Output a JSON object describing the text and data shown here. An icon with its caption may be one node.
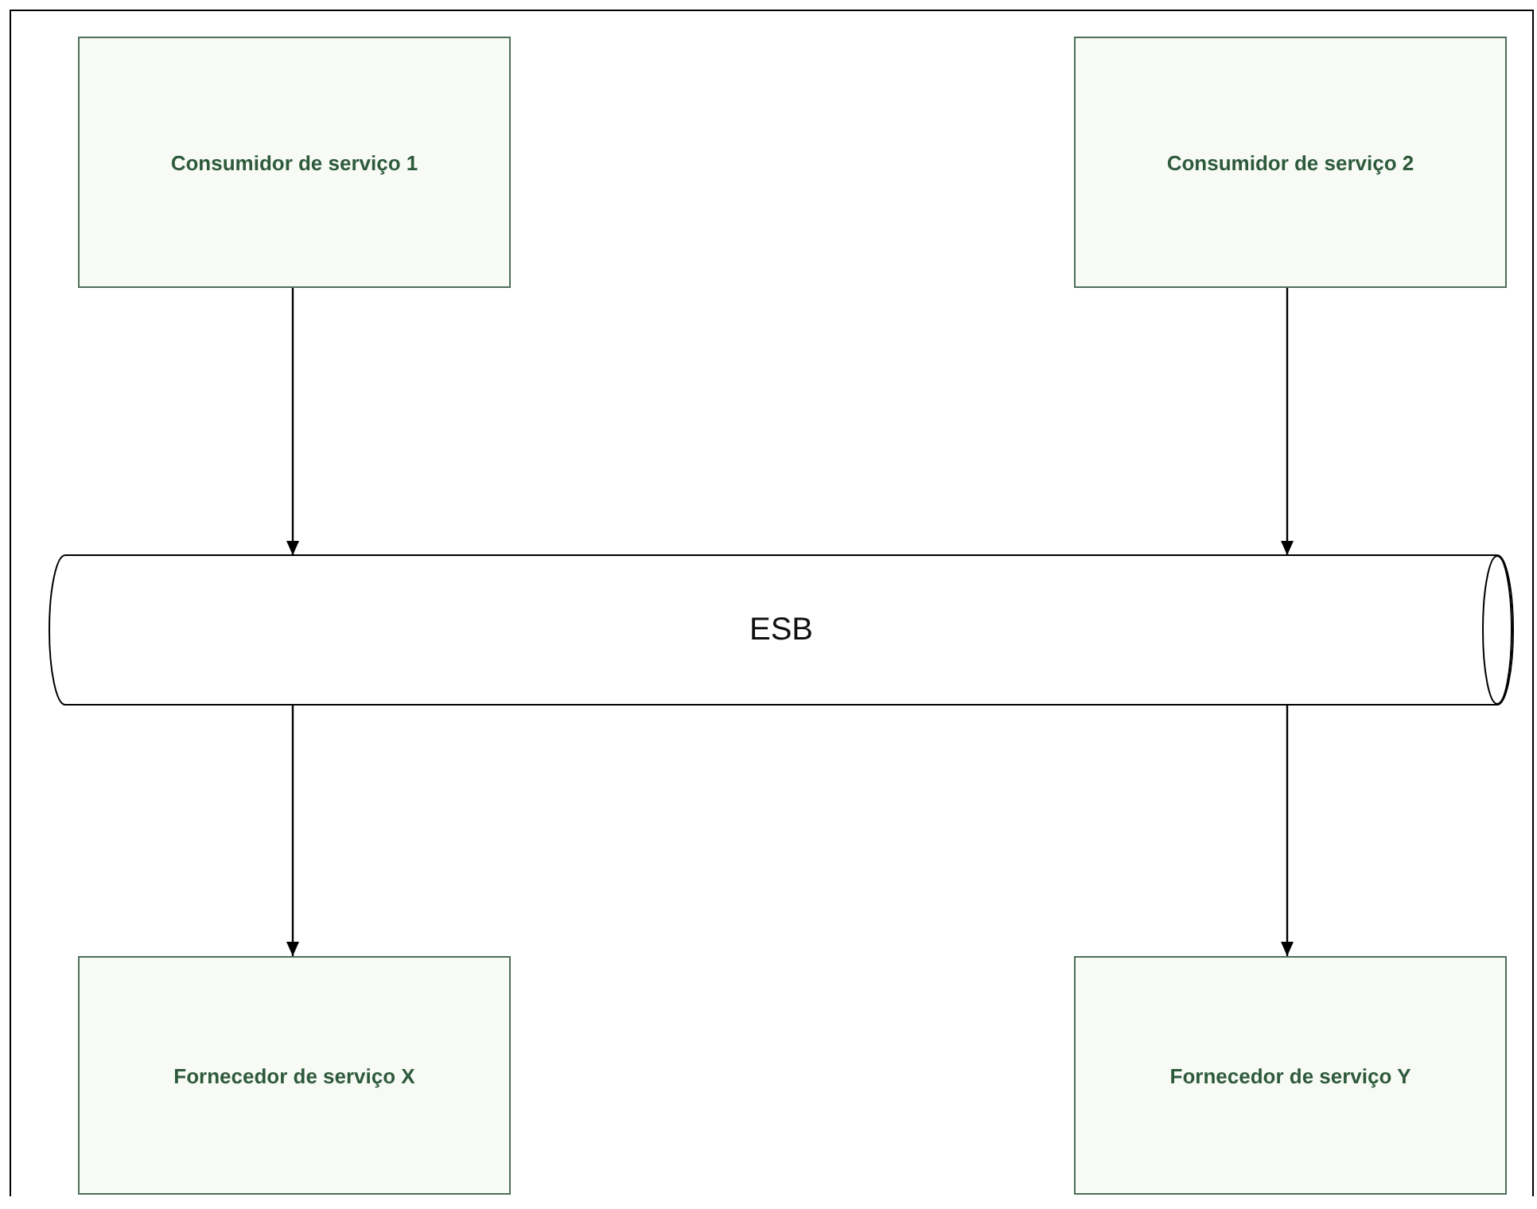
{
  "diagram": {
    "nodes": [
      {
        "text": [
          "Consumidor de serviço 1"
        ]
      },
      {
        "text": [
          "Consumidor de serviço 2"
        ]
      },
      {
        "text": [
          "ESB"
        ]
      },
      {
        "text": [
          "Fornecedor de serviço X"
        ]
      },
      {
        "text": [
          "Fornecedor de serviço Y"
        ]
      }
    ],
    "edges": [
      {
        "from": 0,
        "to": 2,
        "arrow": "to"
      },
      {
        "from": 1,
        "to": 2,
        "arrow": "to"
      },
      {
        "from": 2,
        "to": 3,
        "arrow": "to"
      },
      {
        "from": 2,
        "to": 4,
        "arrow": "to"
      }
    ]
  }
}
